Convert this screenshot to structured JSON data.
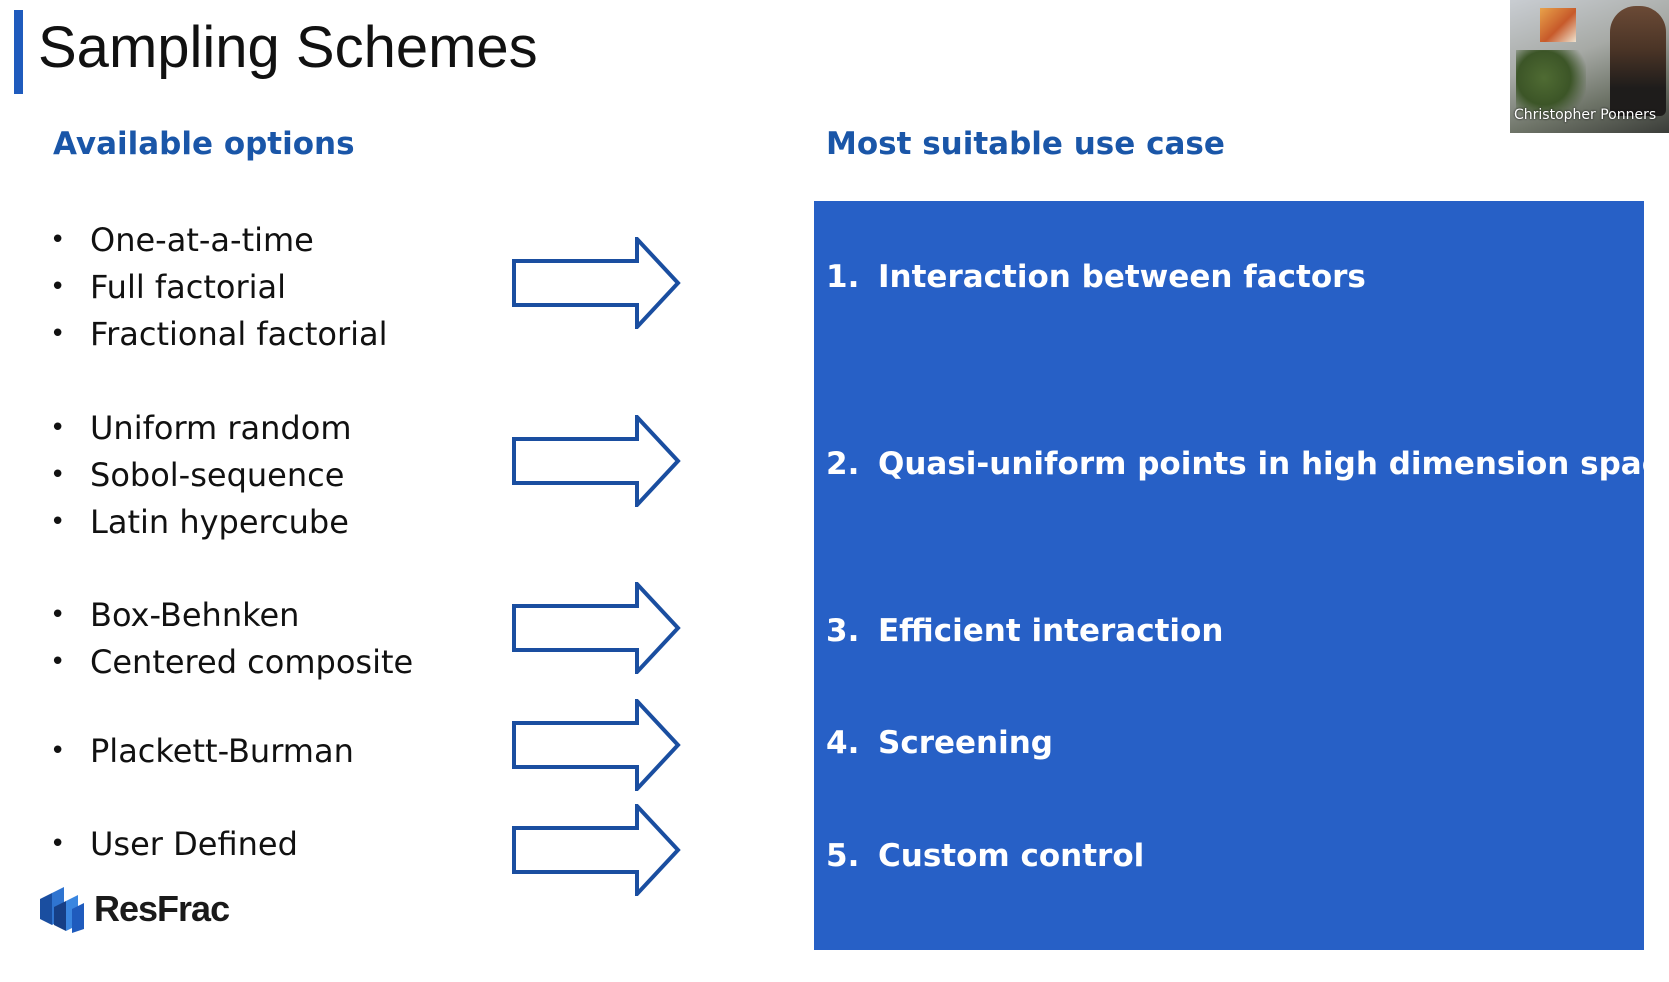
{
  "slide": {
    "title": "Sampling Schemes",
    "left_heading": "Available options",
    "right_heading": "Most suitable use case",
    "bullet_glyph": "•",
    "option_groups": [
      [
        "One-at-a-time",
        "Full factorial",
        "Fractional factorial"
      ],
      [
        "Uniform random",
        "Sobol-sequence",
        "Latin hypercube"
      ],
      [
        "Box-Behnken",
        "Centered composite"
      ],
      [
        "Plackett-Burman"
      ],
      [
        "User Defined"
      ]
    ],
    "use_cases": [
      {
        "number": "1.",
        "label": "Interaction between factors"
      },
      {
        "number": "2.",
        "label": "Quasi-uniform points in high dimension space"
      },
      {
        "number": "3.",
        "label": "Efficient interaction"
      },
      {
        "number": "4.",
        "label": "Screening"
      },
      {
        "number": "5.",
        "label": "Custom control"
      }
    ],
    "logo_text": "ResFrac",
    "arrow_icon": "right-arrow-outline-icon"
  },
  "video": {
    "participant_name": "Christopher Ponners"
  },
  "colors": {
    "accent_blue": "#1f5bbd",
    "heading_blue": "#1a56a8",
    "panel_blue": "#2760c6",
    "arrow_stroke": "#1a4ea0",
    "text_dark": "#111111",
    "text_on_panel": "#ffffff"
  }
}
